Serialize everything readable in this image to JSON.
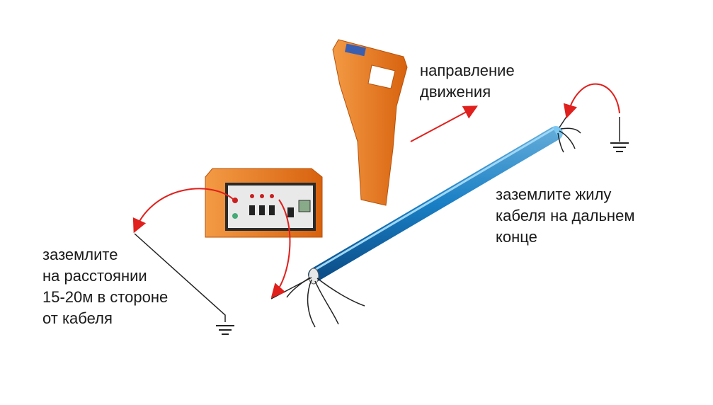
{
  "labels": {
    "direction": [
      "направление",
      "движения"
    ],
    "far_end": [
      "заземлите жилу",
      "кабеля на дальнем",
      "конце"
    ],
    "ground_offset": [
      "заземлите",
      "на расстоянии",
      "15-20м в стороне",
      "от кабеля"
    ]
  },
  "colors": {
    "arrow": "#e0201c",
    "cable": "#1e8fd8",
    "device": "#f07a1e",
    "wire": "#222222"
  },
  "icons": [
    "ground-symbol-icon",
    "ground-symbol-icon"
  ]
}
